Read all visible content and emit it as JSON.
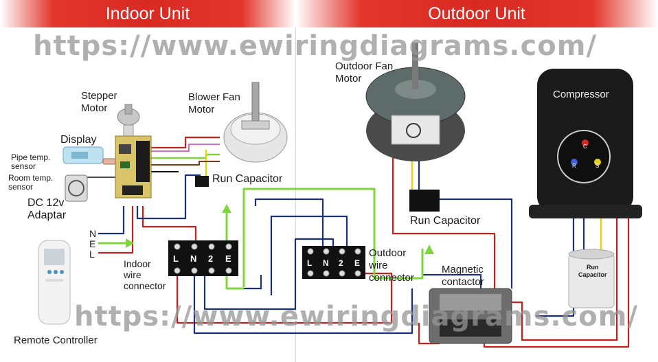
{
  "banners": {
    "indoor": "Indoor Unit",
    "outdoor": "Outdoor Unit"
  },
  "watermark": {
    "top": "https://www.ewiringdiagrams.com/",
    "bottom": "https://www.ewiringdiagrams.com/"
  },
  "indoor": {
    "stepper_motor": [
      "Stepper",
      "Motor"
    ],
    "blower_fan_motor": [
      "Blower Fan",
      "Motor"
    ],
    "display": "Display",
    "pipe_temp_sensor": [
      "Pipe temp.",
      "sensor"
    ],
    "room_temp_sensor": [
      "Room temp.",
      "sensor"
    ],
    "dc_adaptor": [
      "DC 12v",
      "Adaptar"
    ],
    "run_capacitor": "Run Capacitor",
    "supply": {
      "n": "N",
      "e": "E",
      "l": "L"
    },
    "wire_connector": [
      "Indoor",
      "wire",
      "connector"
    ],
    "remote_controller": "Remote Controller",
    "terminals": [
      "L",
      "N",
      "2",
      "E"
    ]
  },
  "outdoor": {
    "fan_motor": [
      "Outdoor Fan",
      "Motor"
    ],
    "compressor": "Compressor",
    "run_capacitor": "Run Capacitor",
    "wire_connector": [
      "Outdoor",
      "wire",
      "connector"
    ],
    "magnetic_contactor": [
      "Magnetic",
      "contactor"
    ],
    "compressor_capacitor": [
      "Run",
      "Capacitor"
    ],
    "compressor_terminals": [
      "C",
      "R",
      "S"
    ],
    "terminals": [
      "L",
      "N",
      "2",
      "E"
    ]
  },
  "colors": {
    "banner": "#d92a22",
    "wire_red": "#c7201b",
    "wire_blue": "#1c2f7a",
    "wire_green": "#7fd63b",
    "wire_yellow": "#e7d21a",
    "wire_brown": "#7a3b1a"
  }
}
